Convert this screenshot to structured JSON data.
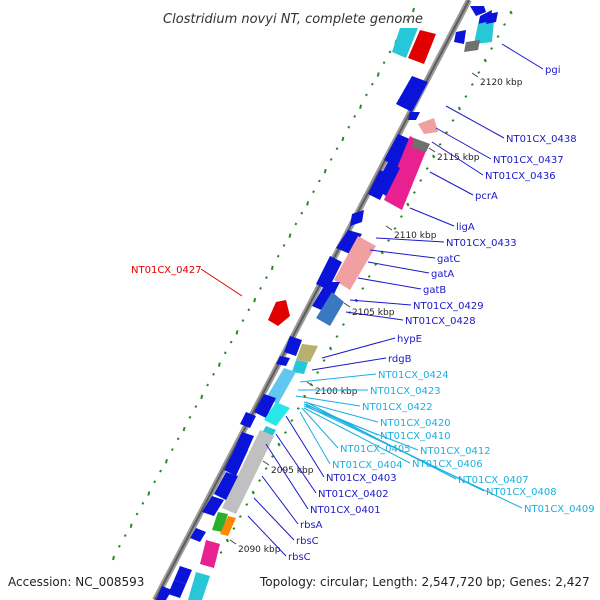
{
  "title": "Clostridium novyi NT, complete genome",
  "accession": "Accession: NC_008593",
  "topology": "Topology: circular; Length: 2,547,720 bp; Genes: 2,427",
  "ticks": [
    "2120 kbp",
    "2115 kbp",
    "2110 kbp",
    "2105 kbp",
    "2100 kbp",
    "2095 kbp",
    "2090 kbp"
  ],
  "colors": {
    "backbone": "#7a7a7a",
    "cds": "#0a14d8",
    "label_blue": "#1c18c8",
    "label_cyan": "#1ab0e0",
    "label_red": "#e00000",
    "gc_dots": "#2a8a2a"
  },
  "labels": [
    {
      "text": "pgi",
      "group": "blue"
    },
    {
      "text": "NT01CX_0438",
      "group": "blue"
    },
    {
      "text": "NT01CX_0437",
      "group": "blue"
    },
    {
      "text": "NT01CX_0436",
      "group": "blue"
    },
    {
      "text": "pcrA",
      "group": "blue"
    },
    {
      "text": "ligA",
      "group": "blue"
    },
    {
      "text": "NT01CX_0433",
      "group": "blue"
    },
    {
      "text": "gatC",
      "group": "blue"
    },
    {
      "text": "gatA",
      "group": "blue"
    },
    {
      "text": "gatB",
      "group": "blue"
    },
    {
      "text": "NT01CX_0429",
      "group": "blue"
    },
    {
      "text": "NT01CX_0428",
      "group": "blue"
    },
    {
      "text": "NT01CX_0427",
      "group": "red"
    },
    {
      "text": "hypE",
      "group": "blue"
    },
    {
      "text": "rdgB",
      "group": "blue"
    },
    {
      "text": "NT01CX_0424",
      "group": "cyan"
    },
    {
      "text": "NT01CX_0423",
      "group": "cyan"
    },
    {
      "text": "NT01CX_0422",
      "group": "cyan"
    },
    {
      "text": "NT01CX_0420",
      "group": "cyan"
    },
    {
      "text": "NT01CX_0410",
      "group": "cyan"
    },
    {
      "text": "NT01CX_0405",
      "group": "cyan"
    },
    {
      "text": "NT01CX_0412",
      "group": "cyan"
    },
    {
      "text": "NT01CX_0404",
      "group": "cyan"
    },
    {
      "text": "NT01CX_0406",
      "group": "cyan"
    },
    {
      "text": "NT01CX_0403",
      "group": "blue"
    },
    {
      "text": "NT01CX_0407",
      "group": "cyan"
    },
    {
      "text": "NT01CX_0408",
      "group": "cyan"
    },
    {
      "text": "NT01CX_0402",
      "group": "blue"
    },
    {
      "text": "NT01CX_0409",
      "group": "cyan"
    },
    {
      "text": "NT01CX_0401",
      "group": "blue"
    },
    {
      "text": "rbsA",
      "group": "blue"
    },
    {
      "text": "rbsC",
      "group": "blue"
    },
    {
      "text": "rbsC",
      "group": "blue"
    }
  ]
}
